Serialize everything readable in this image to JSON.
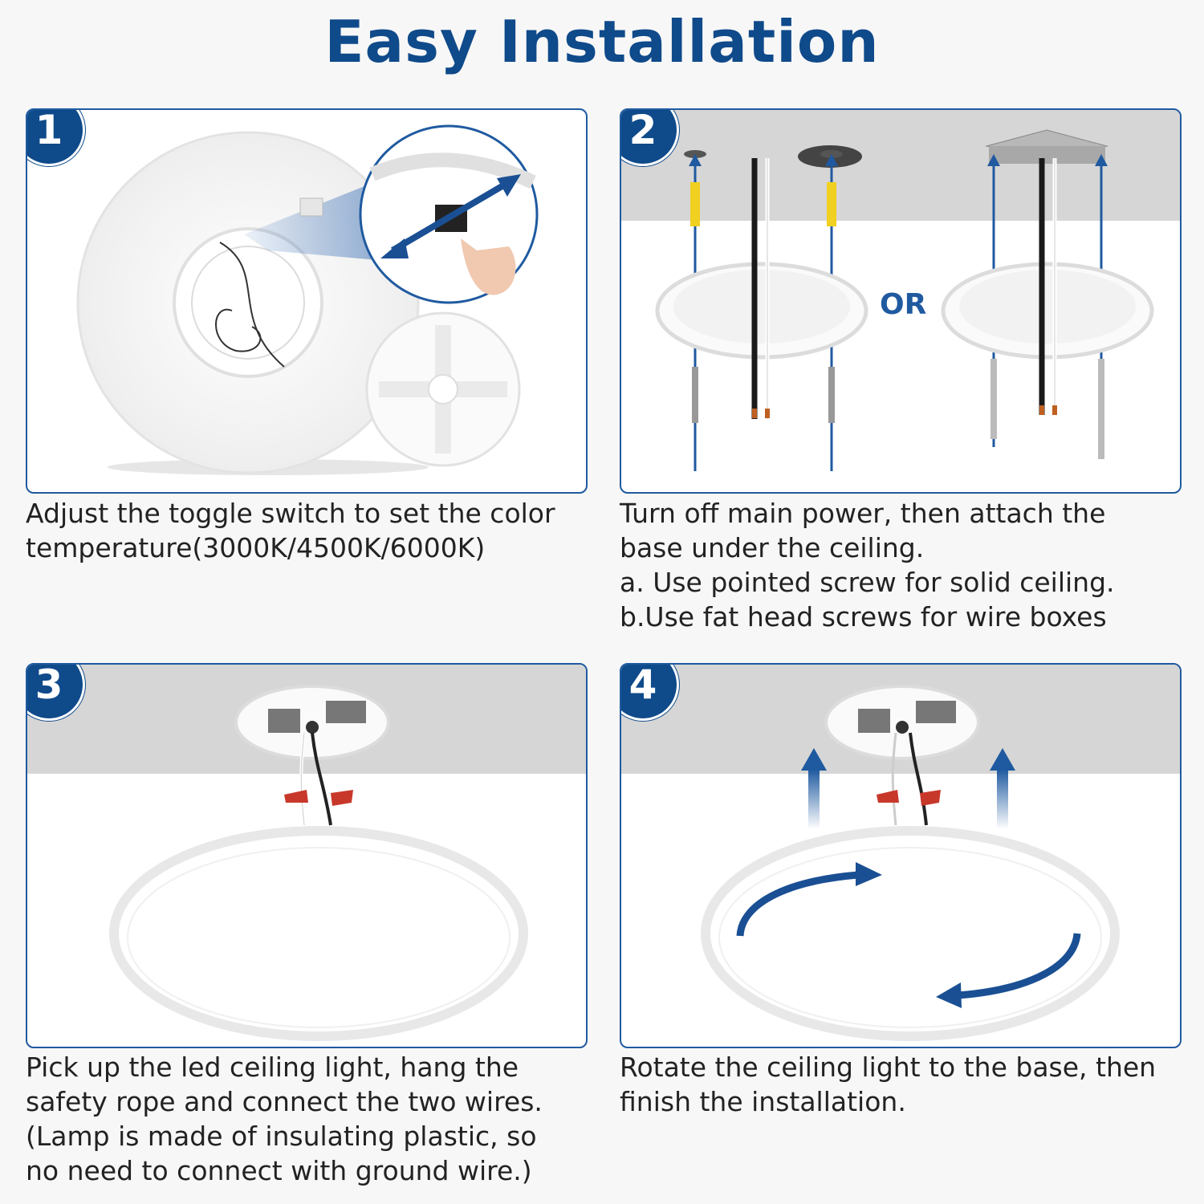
{
  "title": "Easy Installation",
  "steps": [
    {
      "number": "1",
      "caption_lines": [
        "Adjust the toggle switch to set the color",
        "temperature(3000K/4500K/6000K)"
      ]
    },
    {
      "number": "2",
      "or_label": "OR",
      "caption_lines": [
        "Turn off main power, then attach the",
        "base under the ceiling.",
        "a. Use pointed screw for solid ceiling.",
        "b.Use fat head screws for wire boxes"
      ]
    },
    {
      "number": "3",
      "caption_lines": [
        "Pick up the led ceiling light, hang the",
        "safety rope and connect the two wires.",
        "(Lamp is made of insulating plastic, so",
        "no need to connect with ground wire.)"
      ]
    },
    {
      "number": "4",
      "caption_lines": [
        "Rotate the ceiling light to the base, then",
        "finish the installation."
      ]
    }
  ],
  "colors": {
    "brand_blue": "#0f4a8a",
    "border_blue": "#1f5aa0",
    "ceiling_gray": "#d6d6d6"
  }
}
